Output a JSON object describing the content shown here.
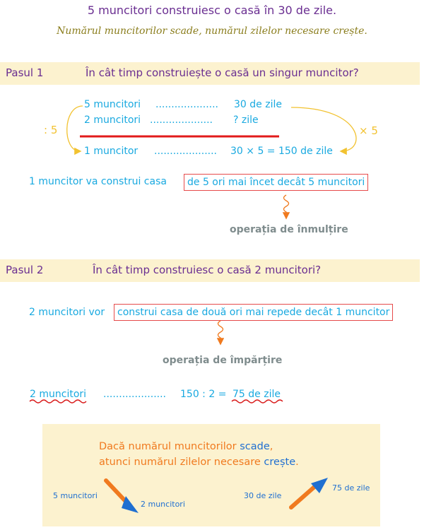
{
  "title": "5 muncitori construiesc o casă în 30 de zile.",
  "subtitle": "Numărul muncitorilor scade, numărul zilelor necesare crește.",
  "step1": {
    "label": "Pasul 1",
    "question": "În cât timp construiește o casă un singur muncitor?",
    "line1_left": "5 muncitori",
    "line1_dots": "....................",
    "line1_right": "30 de zile",
    "line2_left": "2 muncitori",
    "line2_dots": "....................",
    "line2_right": "? zile",
    "line3_left": "1 muncitor",
    "line3_dots": "....................",
    "line3_right": "30 × 5 = 150 de zile",
    "divide": ": 5",
    "multiply": "× 5",
    "conclusion_prefix": "1 muncitor va construi casa",
    "conclusion_boxed": "de 5 ori mai încet decât 5 muncitori",
    "operation": "operația de înmulțire"
  },
  "step2": {
    "label": "Pasul 2",
    "question": "În cât timp construiesc o casă 2 muncitori?",
    "conclusion_prefix": "2 muncitori vor",
    "conclusion_boxed": "construi casa de două ori mai repede decât 1 muncitor",
    "operation": "operația de împărțire",
    "result_left": "2 muncitori",
    "result_dots": "....................",
    "result_mid": "150 : 2 =",
    "result_right": "75 de zile"
  },
  "summary": {
    "line1_a": "Dacă numărul muncitorilor",
    "line1_b": "scade",
    "line1_c": ",",
    "line2_a": "atunci numărul zilelor necesare",
    "line2_b": "crește",
    "line2_c": ".",
    "left_from": "5 muncitori",
    "left_to": "2 muncitori",
    "right_from": "30 de zile",
    "right_to": "75 de zile"
  },
  "colors": {
    "purple": "#6a2e91",
    "cyan": "#19a9e0",
    "orange": "#f07a1f",
    "blue": "#1f6fd1",
    "red": "#e64b4b",
    "yellow": "#f2c230",
    "panel": "#fcf2cf"
  }
}
